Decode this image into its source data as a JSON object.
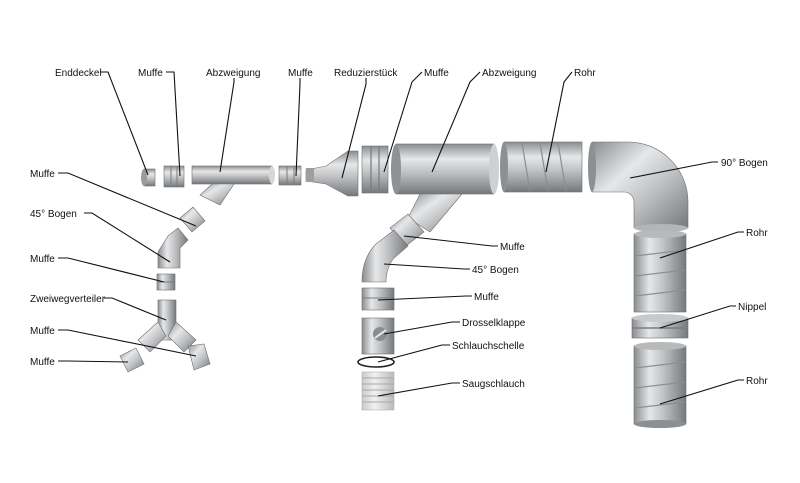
{
  "labels": {
    "enddeckel": "Enddeckel",
    "muffe_top_1": "Muffe",
    "abzweigung_top_1": "Abzweigung",
    "muffe_top_2": "Muffe",
    "reduzierstueck": "Reduzierstück",
    "muffe_top_3": "Muffe",
    "abzweigung_top_2": "Abzweigung",
    "rohr_top": "Rohr",
    "bogen90": "90° Bogen",
    "muffe_left_1": "Muffe",
    "bogen45_left": "45° Bogen",
    "muffe_left_2": "Muffe",
    "zweiwegverteiler": "Zweiwegverteiler",
    "muffe_left_3": "Muffe",
    "muffe_left_4": "Muffe",
    "muffe_mid_1": "Muffe",
    "bogen45_mid": "45° Bogen",
    "muffe_mid_2": "Muffe",
    "drosselklappe": "Drosselklappe",
    "schlauchschelle": "Schlauchschelle",
    "saugschlauch": "Saugschlauch",
    "rohr_right_1": "Rohr",
    "nippel": "Nippel",
    "rohr_right_2": "Rohr"
  },
  "colors": {
    "metal_dark": "#7d8083",
    "metal_mid": "#b9bbbd",
    "metal_light": "#e8e9ea",
    "leader": "#111111"
  }
}
